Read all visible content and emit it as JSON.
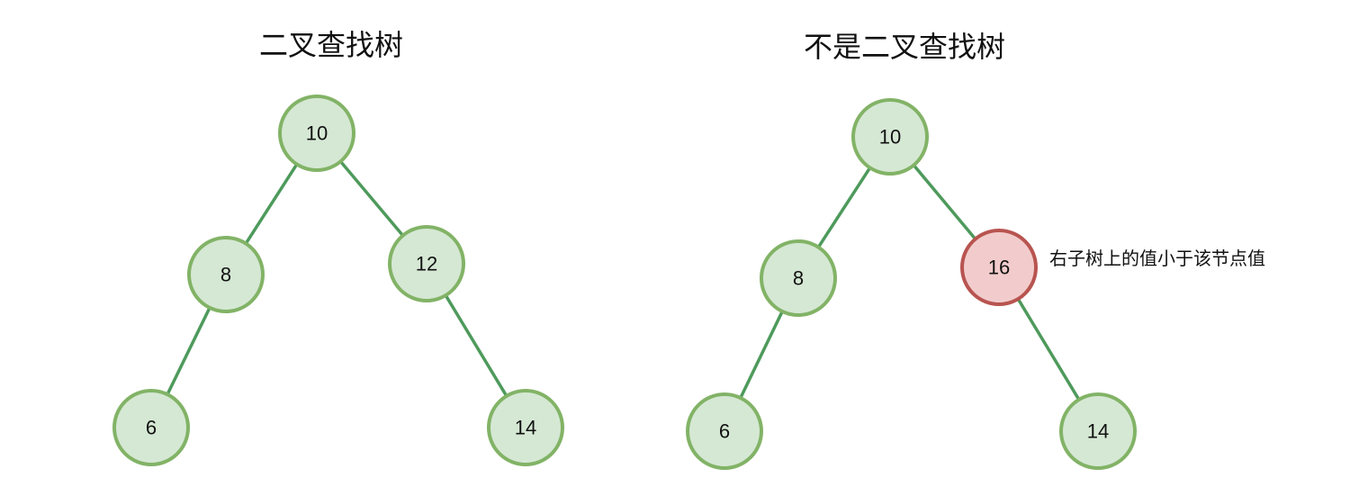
{
  "diagrams": [
    {
      "title": "二叉查找树",
      "nodes": [
        {
          "id": "n10",
          "label": "10",
          "status": "normal"
        },
        {
          "id": "n8",
          "label": "8",
          "status": "normal"
        },
        {
          "id": "n12",
          "label": "12",
          "status": "normal"
        },
        {
          "id": "n6",
          "label": "6",
          "status": "normal"
        },
        {
          "id": "n14",
          "label": "14",
          "status": "normal"
        }
      ],
      "edges": [
        {
          "from": "n10",
          "to": "n8"
        },
        {
          "from": "n10",
          "to": "n12"
        },
        {
          "from": "n8",
          "to": "n6"
        },
        {
          "from": "n12",
          "to": "n14"
        }
      ]
    },
    {
      "title": "不是二叉查找树",
      "nodes": [
        {
          "id": "n10",
          "label": "10",
          "status": "normal"
        },
        {
          "id": "n8",
          "label": "8",
          "status": "normal"
        },
        {
          "id": "n16",
          "label": "16",
          "status": "invalid"
        },
        {
          "id": "n6",
          "label": "6",
          "status": "normal"
        },
        {
          "id": "n14",
          "label": "14",
          "status": "normal"
        }
      ],
      "edges": [
        {
          "from": "n10",
          "to": "n8"
        },
        {
          "from": "n10",
          "to": "n16"
        },
        {
          "from": "n8",
          "to": "n6"
        },
        {
          "from": "n16",
          "to": "n14"
        }
      ],
      "annotation": "右子树上的值小于该节点值"
    }
  ],
  "colors": {
    "node_fill": "#d5e8d4",
    "node_stroke": "#82b366",
    "edge_stroke": "#4e9a5c",
    "invalid_fill": "#f2cccc",
    "invalid_stroke": "#b85450",
    "text": "#111111"
  }
}
